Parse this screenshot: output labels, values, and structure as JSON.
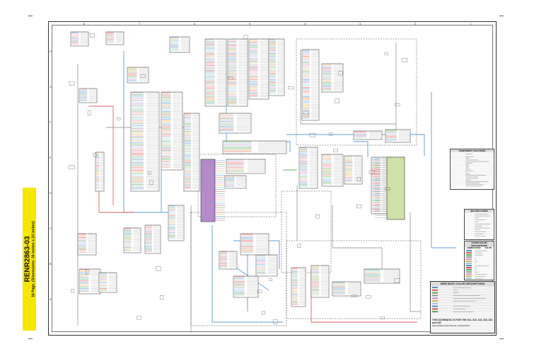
{
  "side_tab": {
    "doc_number": "RENR2863-03",
    "page_info": "16 Page, (Dimensions: 34 inches x 24 inches)"
  },
  "rulers": {
    "top": [
      "8",
      "7",
      "6",
      "5",
      "4",
      "3",
      "2",
      "1"
    ],
    "left": [
      "H",
      "G",
      "F",
      "E",
      "D",
      "C",
      "B",
      "A"
    ]
  },
  "title_block": {
    "header": "WIRE BODY COLOR DESCRIPTIONS",
    "note": "THIS SCHEMATIC IS FOR THE 312, 315, 318, 320, 322 and 330",
    "note2": "MACHINES ELECTRICAL SCHEMATIC"
  },
  "legends": {
    "component_header": "COMPONENT LOCATIONS",
    "section_header": "SECTION CODES",
    "color_header": "OTHER COLOR DESCRIPTIONS",
    "color_cols": [
      "ABBREVIATION",
      "COLOR"
    ]
  },
  "colors": {
    "wire_blue": "#2f7fc1",
    "wire_red": "#d9342b",
    "wire_green": "#3a9a3a",
    "wire_gray": "#888888",
    "purple_block": "#b48acb",
    "green_block": "#cfe0a8",
    "tab_yellow": "#f7e600"
  }
}
